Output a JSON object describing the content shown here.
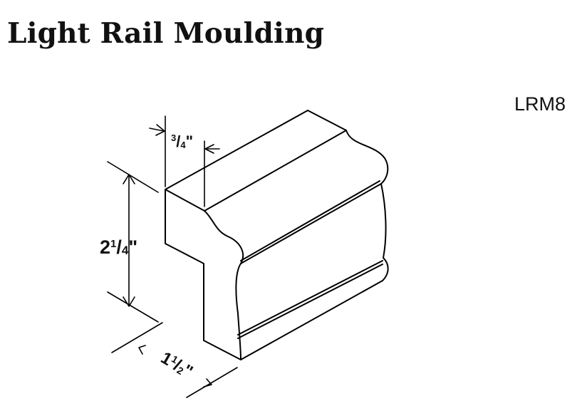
{
  "title": "Light Rail Moulding",
  "product_code": "LRM8",
  "dimensions": {
    "depth": {
      "whole": "",
      "num": "3",
      "den": "4",
      "mark": "\""
    },
    "height": {
      "whole": "2",
      "num": "1",
      "den": "4",
      "mark": "\""
    },
    "length": {
      "whole": "1",
      "num": "1",
      "den": "2",
      "mark": "\""
    }
  }
}
